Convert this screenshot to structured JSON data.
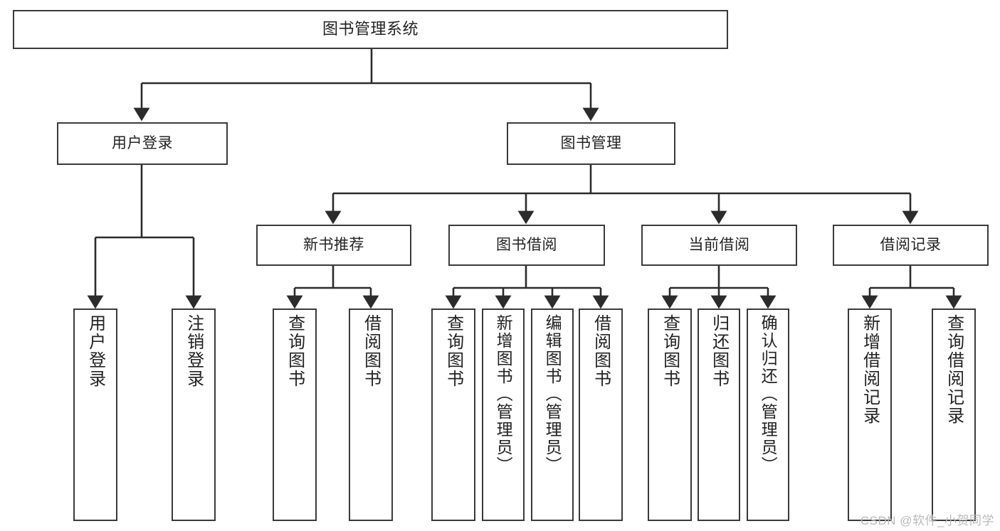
{
  "diagram": {
    "title": "图书管理系统",
    "type": "tree-hierarchy-diagram",
    "colors": {
      "box_border": "#3a3a3a",
      "box_fill": "#ffffff",
      "edge": "#2b2b2b",
      "text": "#222222",
      "watermark": "#b9b9b9"
    },
    "root": {
      "label": "图书管理系统"
    },
    "level2": [
      {
        "label": "用户登录"
      },
      {
        "label": "图书管理"
      }
    ],
    "level3": [
      {
        "label": "新书推荐"
      },
      {
        "label": "图书借阅"
      },
      {
        "label": "当前借阅"
      },
      {
        "label": "借阅记录"
      }
    ],
    "leaves": {
      "user_login": [
        {
          "label": "用户登录"
        },
        {
          "label": "注销登录"
        }
      ],
      "new_book_recommend": [
        {
          "label": "查询图书"
        },
        {
          "label": "借阅图书"
        }
      ],
      "book_borrow": [
        {
          "label": "查询图书"
        },
        {
          "label": "新增图书（管理员）"
        },
        {
          "label": "编辑图书（管理员）"
        },
        {
          "label": "借阅图书"
        }
      ],
      "current_borrow": [
        {
          "label": "查询图书"
        },
        {
          "label": "归还图书"
        },
        {
          "label": "确认归还（管理员）"
        }
      ],
      "borrow_record": [
        {
          "label": "新增借阅记录"
        },
        {
          "label": "查询借阅记录"
        }
      ]
    },
    "watermark": "CSDN @软件_小贺同学"
  }
}
